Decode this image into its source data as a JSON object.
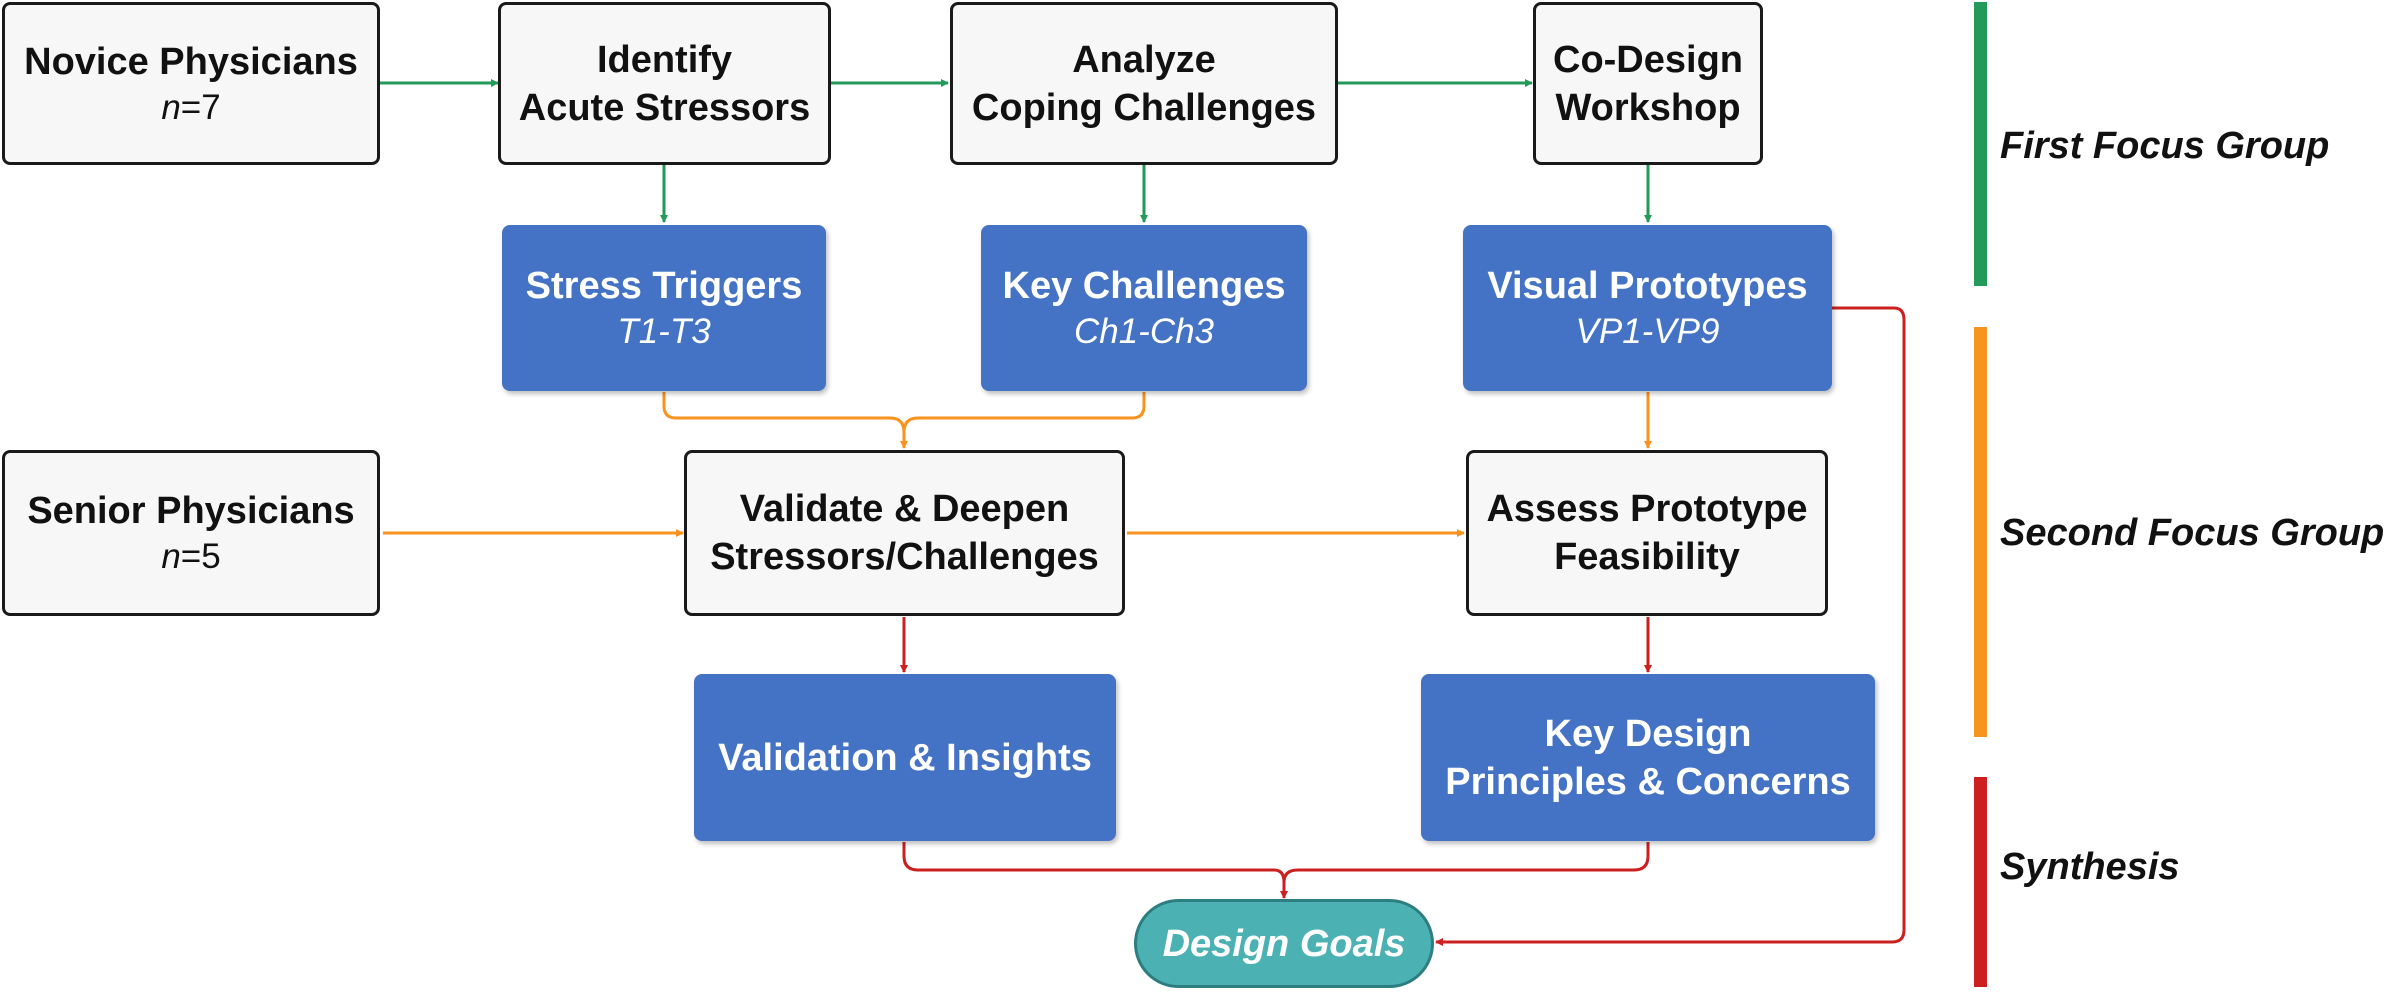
{
  "colors": {
    "first_focus_group": "#23995a",
    "second_focus_group": "#f7931e",
    "synthesis": "#cc1f1f",
    "output_box": "#4472c4",
    "design_goals": "#4bb1b3"
  },
  "inputs": {
    "novice": {
      "title": "Novice Physicians",
      "n_label": "n",
      "n_value": "=7"
    },
    "senior": {
      "title": "Senior Physicians",
      "n_label": "n",
      "n_value": "=5"
    }
  },
  "steps": {
    "identify": {
      "line1": "Identify",
      "line2": "Acute Stressors"
    },
    "analyze": {
      "line1": "Analyze",
      "line2": "Coping Challenges"
    },
    "codesign": {
      "line1": "Co-Design",
      "line2": "Workshop"
    },
    "validate": {
      "line1": "Validate & Deepen",
      "line2": "Stressors/Challenges"
    },
    "assess": {
      "line1": "Assess Prototype",
      "line2": "Feasibility"
    }
  },
  "outputs": {
    "triggers": {
      "title": "Stress Triggers",
      "sub": "T1-T3"
    },
    "challenges": {
      "title": "Key Challenges",
      "sub": "Ch1-Ch3"
    },
    "prototypes": {
      "title": "Visual Prototypes",
      "sub": "VP1-VP9"
    },
    "insights": {
      "title": "Validation & Insights"
    },
    "principles": {
      "line1": "Key Design",
      "line2": "Principles & Concerns"
    }
  },
  "goal": {
    "title": "Design Goals"
  },
  "phases": {
    "first": "First Focus Group",
    "second": "Second Focus Group",
    "synthesis": "Synthesis"
  }
}
